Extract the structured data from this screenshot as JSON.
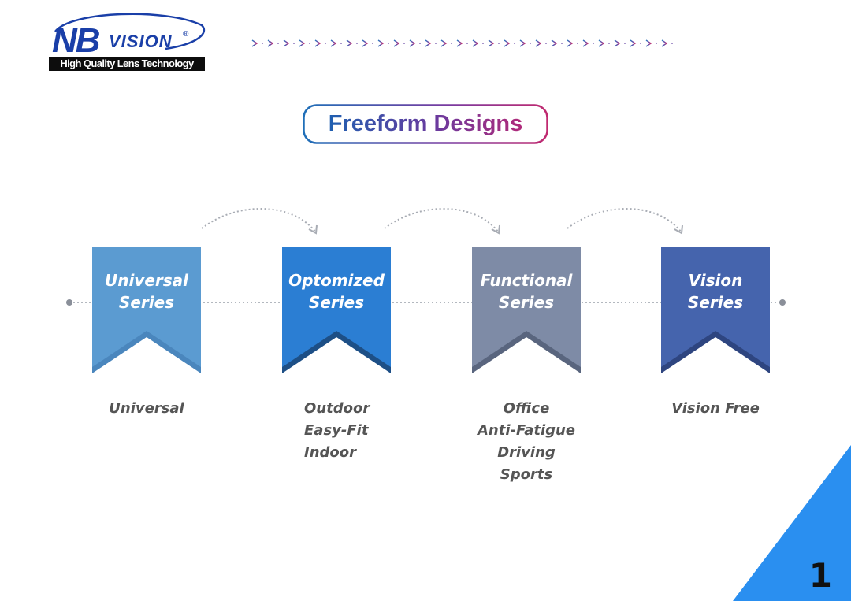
{
  "logo": {
    "brand_nb": "NB",
    "brand_vision": "VISION",
    "registered": "®",
    "tagline": "High Quality Lens Technology"
  },
  "title": "Freeform Designs",
  "series": [
    {
      "name_line1": "Universal",
      "name_line2": "Series",
      "color": "#5b9bd1",
      "dark": "#4a86bd",
      "items": [
        "Universal"
      ]
    },
    {
      "name_line1": "Optomized",
      "name_line2": "Series",
      "color": "#2b7ed3",
      "dark": "#1d4f86",
      "items": [
        "Outdoor",
        "Easy-Fit",
        "Indoor"
      ]
    },
    {
      "name_line1": "Functional",
      "name_line2": "Series",
      "color": "#7e8ba6",
      "dark": "#59657e",
      "items": [
        "Office",
        "Anti-Fatigue",
        "Driving",
        "Sports"
      ]
    },
    {
      "name_line1": "Vision",
      "name_line2": "Series",
      "color": "#4564ad",
      "dark": "#2e4580",
      "items": [
        "Vision Free"
      ]
    }
  ],
  "page_number": "1",
  "colors": {
    "corner_triangle": "#2a8ff0",
    "timeline_dots": "#8a8f99",
    "dashed_arrow": "#a8acb4",
    "subtext": "#555555"
  }
}
